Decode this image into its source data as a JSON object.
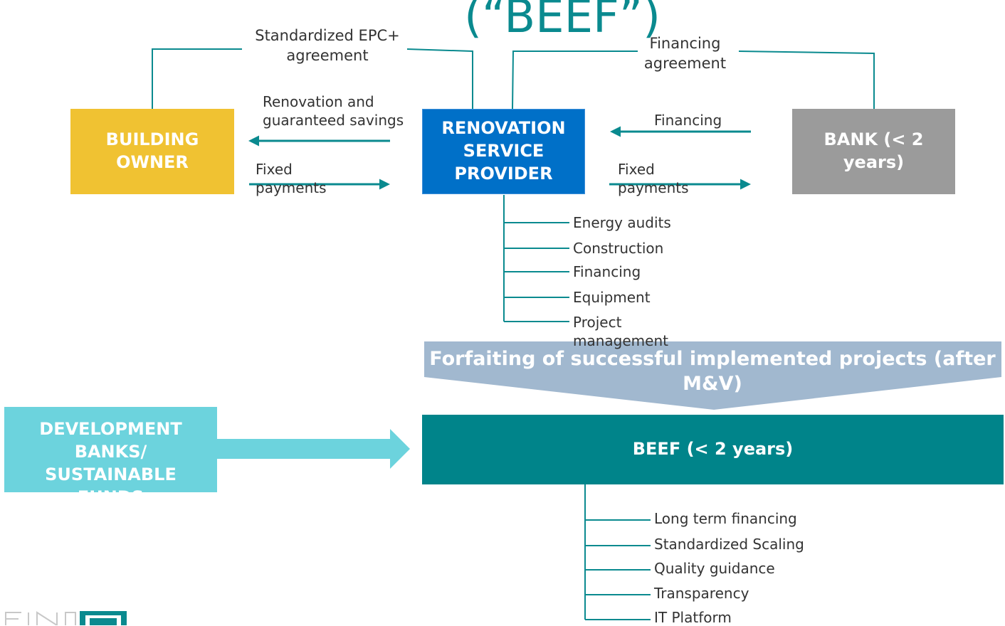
{
  "title": "(“BEEF”)",
  "labels": {
    "epc_agreement": "Standardized EPC+ agreement",
    "financing_agreement": "Financing agreement",
    "renovation_savings": "Renovation and guaranteed savings",
    "financing": "Financing",
    "fixed_payments_left": "Fixed payments",
    "fixed_payments_right": "Fixed payments"
  },
  "boxes": {
    "building_owner": "BUILDING OWNER",
    "rsp": "RENOVATION SERVICE PROVIDER",
    "bank": "BANK (< 2 years)",
    "beef": "BEEF  (< 2 years)",
    "dev_banks": "DEVELOPMENT BANKS/ SUSTAINABLE FUNDS"
  },
  "forfaiting": "Forfaiting of successful implemented projects (after M&V)",
  "rsp_services": [
    "Energy audits",
    "Construction",
    "Financing",
    "Equipment",
    "Project management"
  ],
  "beef_services": [
    "Long term financing",
    "Standardized Scaling",
    "Quality guidance",
    "Transparency",
    "IT Platform"
  ],
  "colors": {
    "teal": "#0a8a8f",
    "building_owner": "#f0c232",
    "rsp": "#0070c8",
    "bank": "#9b9b9b",
    "beef": "#00848a",
    "dev_banks": "#6cd3dd",
    "forfaiting": "#a1b8cf"
  }
}
